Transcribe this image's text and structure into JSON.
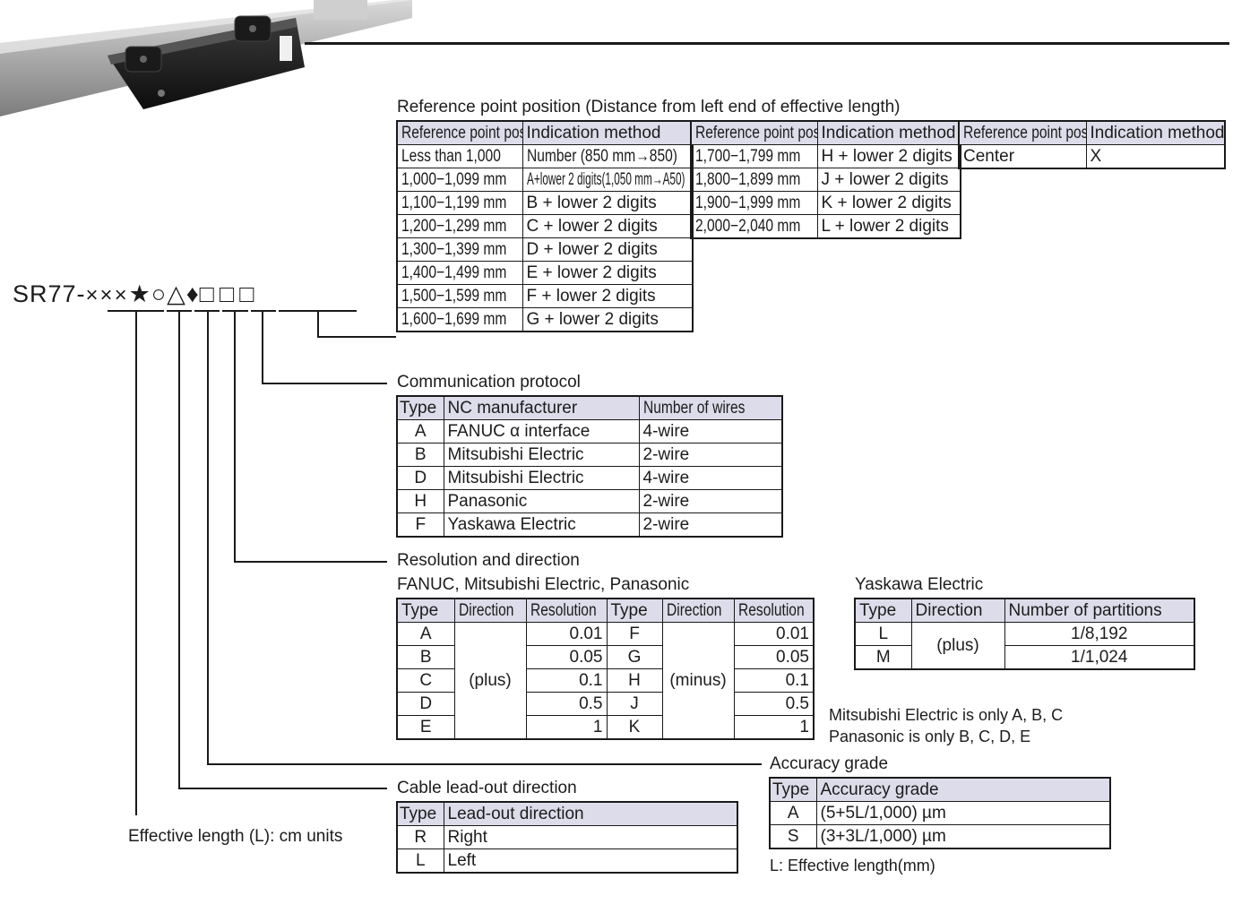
{
  "product_code": {
    "prefix": "SR77-",
    "symbols": [
      "×××",
      "★",
      "○",
      "△",
      "♦",
      "□□□"
    ]
  },
  "reference_point": {
    "title": "Reference point position (Distance from left end of effective length)",
    "headers": [
      "Reference point position",
      "Indication method",
      "Reference point position",
      "Indication method",
      "Reference point position",
      "Indication method"
    ],
    "col1": [
      [
        "Less than 1,000",
        "Number (850 mm→850)"
      ],
      [
        "1,000−1,099 mm",
        "A+lower 2 digits(1,050 mm→A50)"
      ],
      [
        "1,100−1,199 mm",
        "B + lower 2 digits"
      ],
      [
        "1,200−1,299 mm",
        "C + lower 2 digits"
      ],
      [
        "1,300−1,399 mm",
        "D + lower 2 digits"
      ],
      [
        "1,400−1,499 mm",
        "E + lower 2 digits"
      ],
      [
        "1,500−1,599 mm",
        "F + lower 2 digits"
      ],
      [
        "1,600−1,699 mm",
        "G + lower 2 digits"
      ]
    ],
    "col2": [
      [
        "1,700−1,799 mm",
        "H + lower 2 digits"
      ],
      [
        "1,800−1,899 mm",
        "J + lower 2 digits"
      ],
      [
        "1,900−1,999 mm",
        "K + lower 2 digits"
      ],
      [
        "2,000−2,040 mm",
        "L + lower 2 digits"
      ]
    ],
    "col3": [
      [
        "Center",
        "X"
      ]
    ]
  },
  "communication": {
    "title": "Communication protocol",
    "headers": [
      "Type",
      "NC manufacturer",
      "Number of wires"
    ],
    "rows": [
      [
        "A",
        "FANUC α interface",
        "4-wire"
      ],
      [
        "B",
        "Mitsubishi Electric",
        "2-wire"
      ],
      [
        "D",
        "Mitsubishi Electric",
        "4-wire"
      ],
      [
        "H",
        "Panasonic",
        "2-wire"
      ],
      [
        "F",
        "Yaskawa Electric",
        "2-wire"
      ]
    ]
  },
  "resolution": {
    "title": "Resolution and direction",
    "subtitle_left": "FANUC, Mitsubishi Electric, Panasonic",
    "headers": [
      "Type",
      "Direction",
      "Resolution",
      "Type",
      "Direction",
      "Resolution"
    ],
    "plus_label": "(plus)",
    "minus_label": "(minus)",
    "rows": [
      [
        "A",
        "0.01",
        "F",
        "0.01"
      ],
      [
        "B",
        "0.05",
        "G",
        "0.05"
      ],
      [
        "C",
        "0.1",
        "H",
        "0.1"
      ],
      [
        "D",
        "0.5",
        "J",
        "0.5"
      ],
      [
        "E",
        "1",
        "K",
        "1"
      ]
    ],
    "notes": [
      "Mitsubishi Electric is only A, B, C",
      "Panasonic is only B, C, D, E"
    ],
    "yaskawa": {
      "title": "Yaskawa Electric",
      "headers": [
        "Type",
        "Direction",
        "Number of partitions"
      ],
      "direction": "(plus)",
      "rows": [
        [
          "L",
          "1/8,192"
        ],
        [
          "M",
          "1/1,024"
        ]
      ]
    }
  },
  "accuracy": {
    "title": "Accuracy grade",
    "headers": [
      "Type",
      "Accuracy grade"
    ],
    "rows": [
      [
        "A",
        "(5+5L/1,000) µm"
      ],
      [
        "S",
        "(3+3L/1,000) µm"
      ]
    ],
    "note": "L: Effective length(mm)"
  },
  "cable": {
    "title": "Cable lead-out direction",
    "headers": [
      "Type",
      "Lead-out direction"
    ],
    "rows": [
      [
        "R",
        "Right"
      ],
      [
        "L",
        "Left"
      ]
    ]
  },
  "effective_length": {
    "label": "Effective length (L): cm units"
  }
}
